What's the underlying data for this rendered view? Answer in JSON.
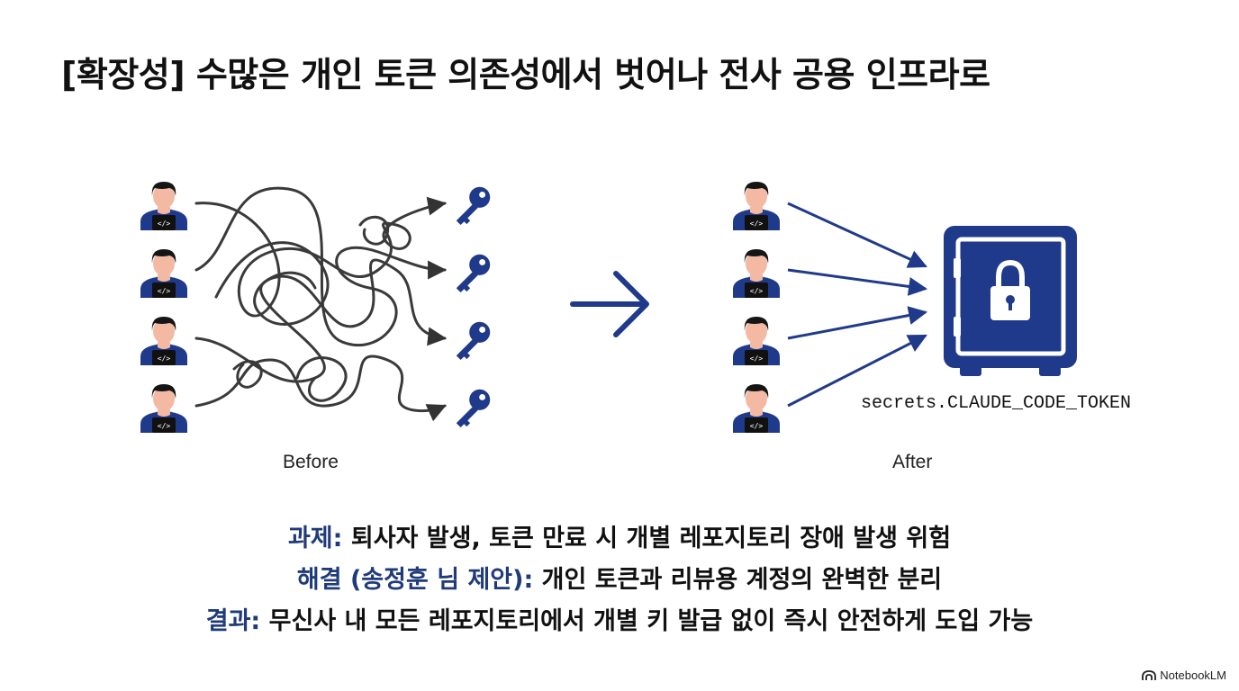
{
  "title": "[확장성] 수많은 개인 토큰 의존성에서 벗어나 전사 공용 인프라로",
  "diagram": {
    "before_caption": "Before",
    "after_caption": "After",
    "secret_label": "secrets.CLAUDE_CODE_TOKEN",
    "before_users": 4,
    "before_keys": 4,
    "after_users": 4,
    "icons": {
      "developer": "developer-icon",
      "key": "key-icon",
      "transition_arrow": "arrow-right-icon",
      "vault": "safe-lock-icon"
    },
    "colors": {
      "navy": "#1f3a8a",
      "skin": "#f4b9a2",
      "hair": "#151515",
      "tangle": "#3a3a3a"
    }
  },
  "summary": [
    {
      "label": "과제:",
      "text": " 퇴사자 발생, 토큰 만료 시 개별 레포지토리 장애 발생 위험"
    },
    {
      "label": "해결 (송정훈 님 제안):",
      "text": " 개인 토큰과 리뷰용 계정의 완벽한 분리"
    },
    {
      "label": "결과:",
      "text": " 무신사 내 모든 레포지토리에서 개별 키 발급 없이 즉시 안전하게 도입 가능"
    }
  ],
  "brand": {
    "name": "NotebookLM",
    "icon": "notebooklm-logo-icon"
  }
}
